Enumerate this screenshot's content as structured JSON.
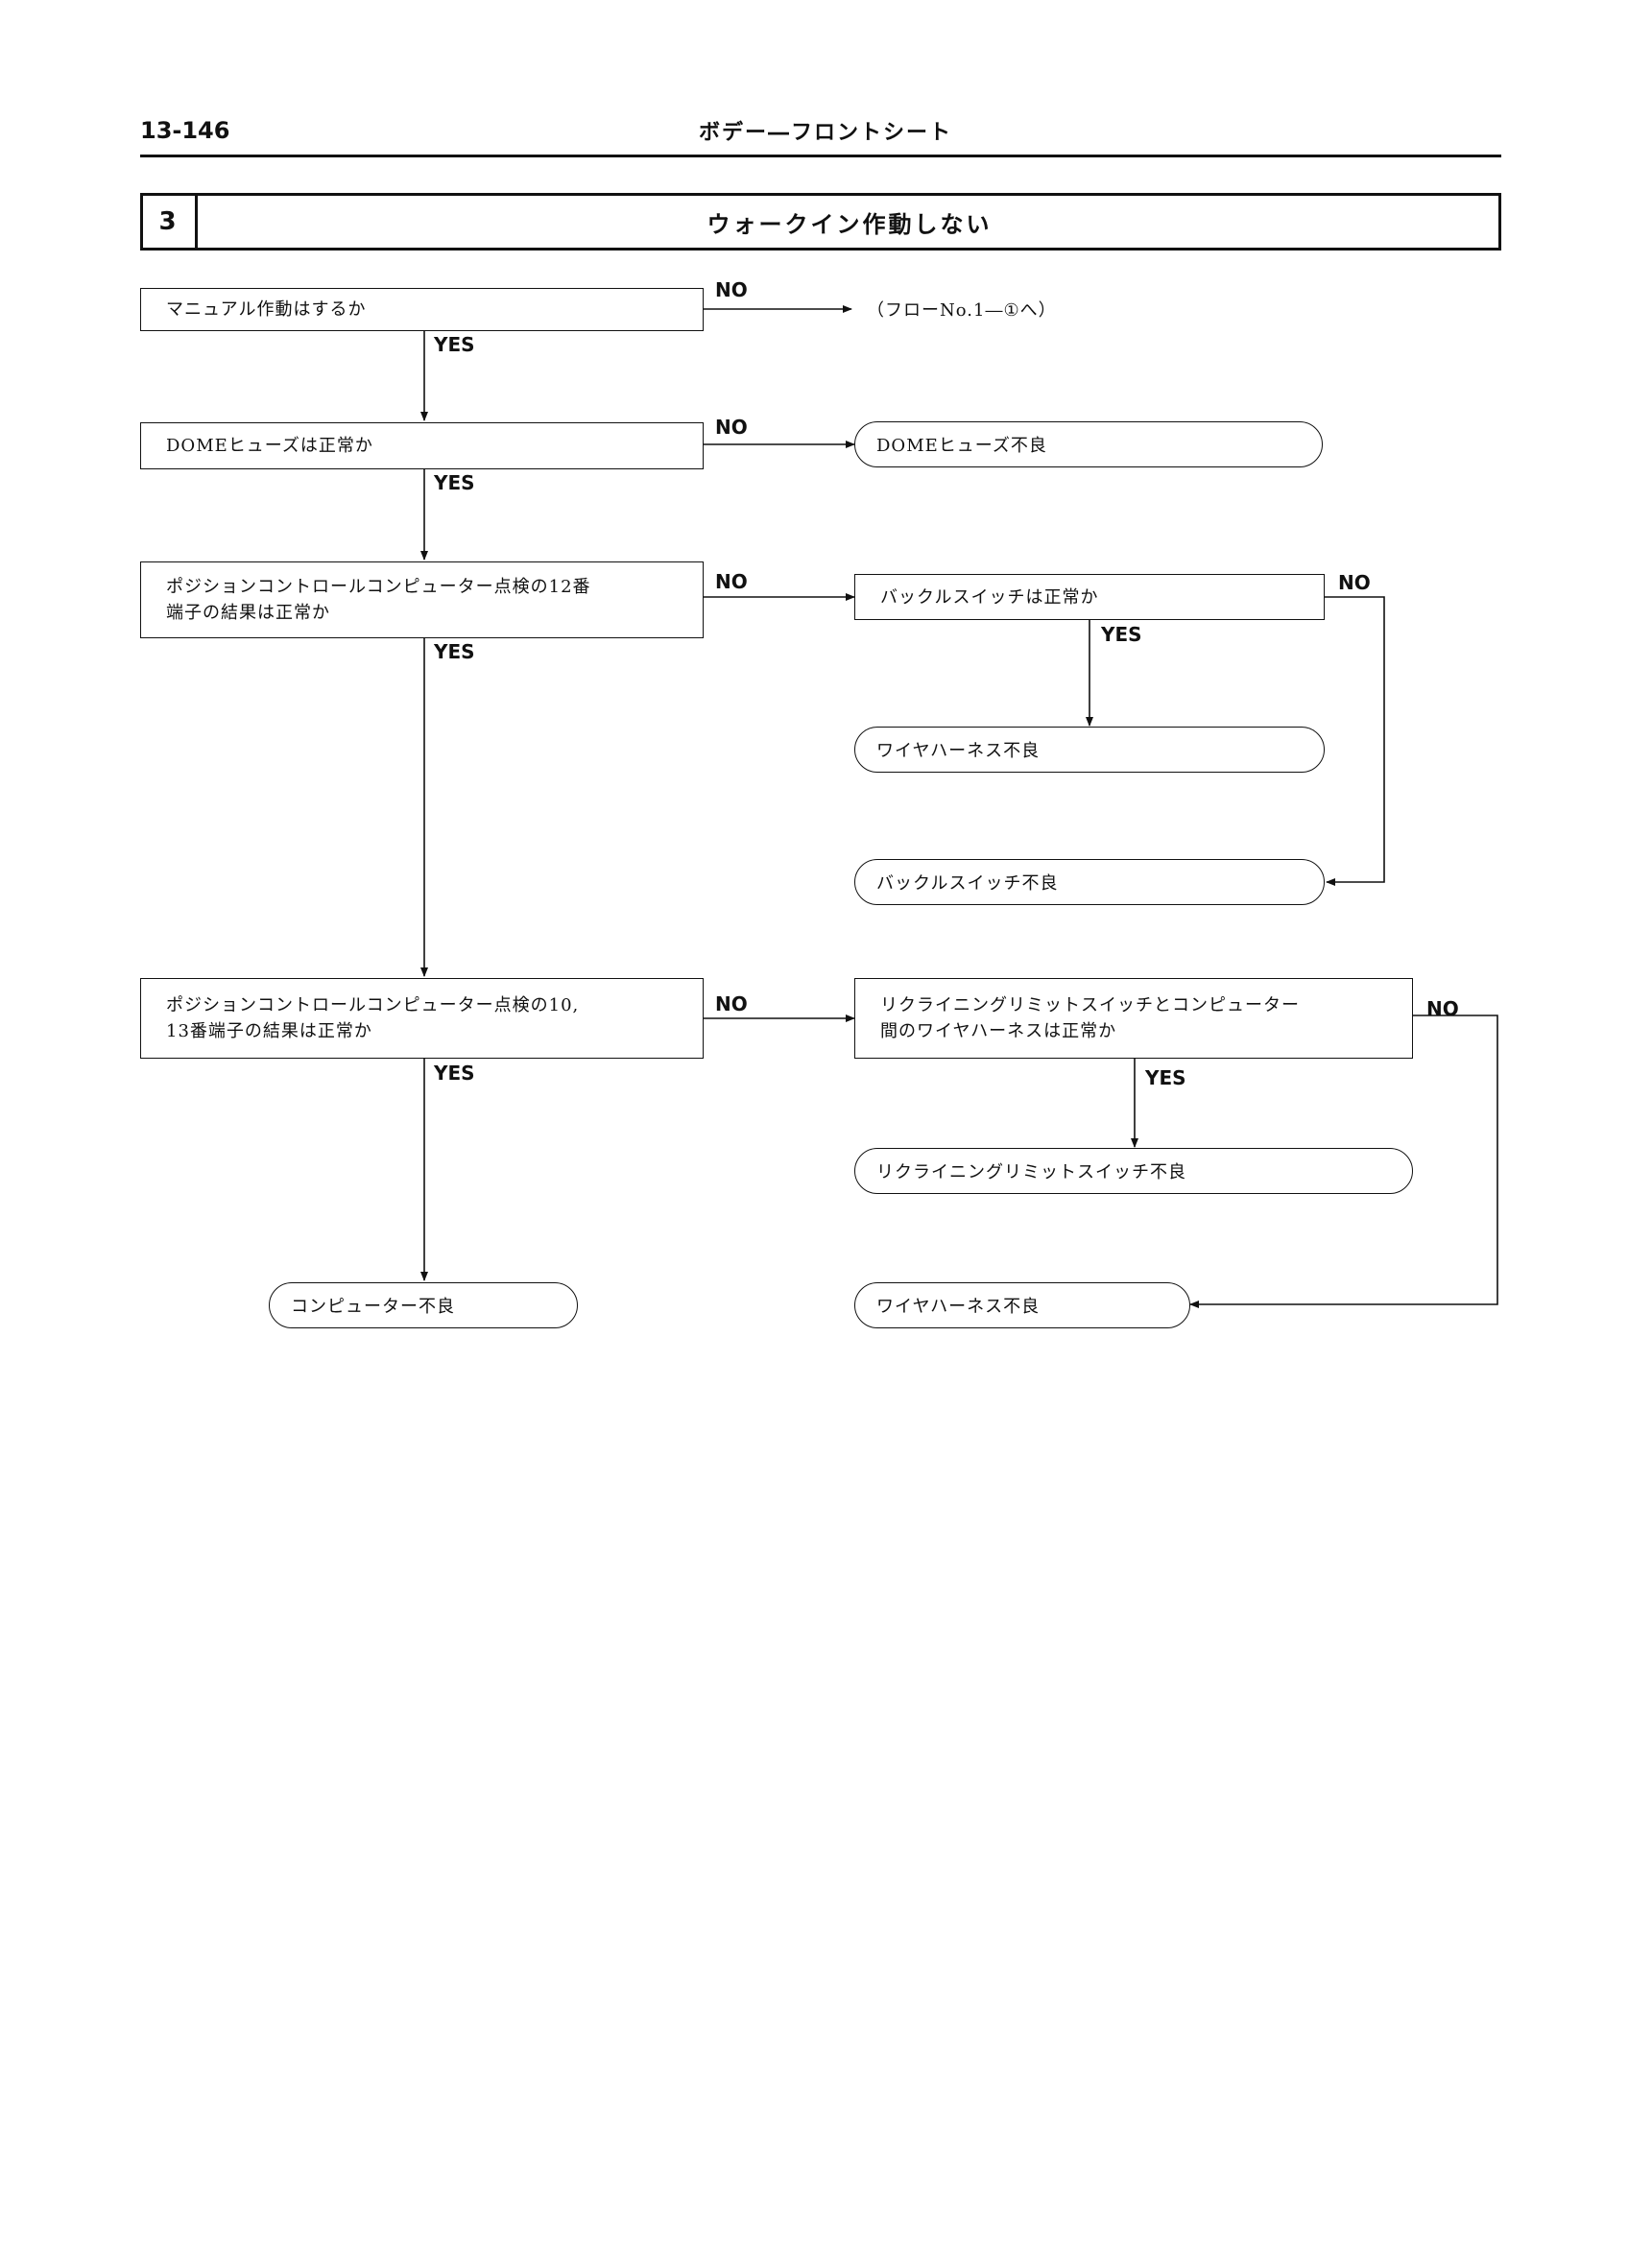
{
  "header": {
    "page_number": "13-146",
    "title": "ボデー―フロントシート"
  },
  "section": {
    "number": "3",
    "title": "ウォークイン作動しない"
  },
  "labels": {
    "no": "NO",
    "yes": "YES"
  },
  "flow": {
    "q1": "マニュアル作動はするか",
    "q1_no_ref": "（フローNo.1―①へ）",
    "q2": "DOMEヒューズは正常か",
    "r_dome": "DOMEヒューズ不良",
    "q3_line1": "ポジションコントロールコンピューター点検の12番",
    "q3_line2": "端子の結果は正常か",
    "q3a": "バックルスイッチは正常か",
    "r_harness1": "ワイヤハーネス不良",
    "r_buckle": "バックルスイッチ不良",
    "q4_line1": "ポジションコントロールコンピューター点検の10,",
    "q4_line2": "13番端子の結果は正常か",
    "q4a_line1": "リクライニングリミットスイッチとコンピューター",
    "q4a_line2": "間のワイヤハーネスは正常か",
    "r_recline": "リクライニングリミットスイッチ不良",
    "r_computer": "コンピューター不良",
    "r_harness2": "ワイヤハーネス不良"
  }
}
